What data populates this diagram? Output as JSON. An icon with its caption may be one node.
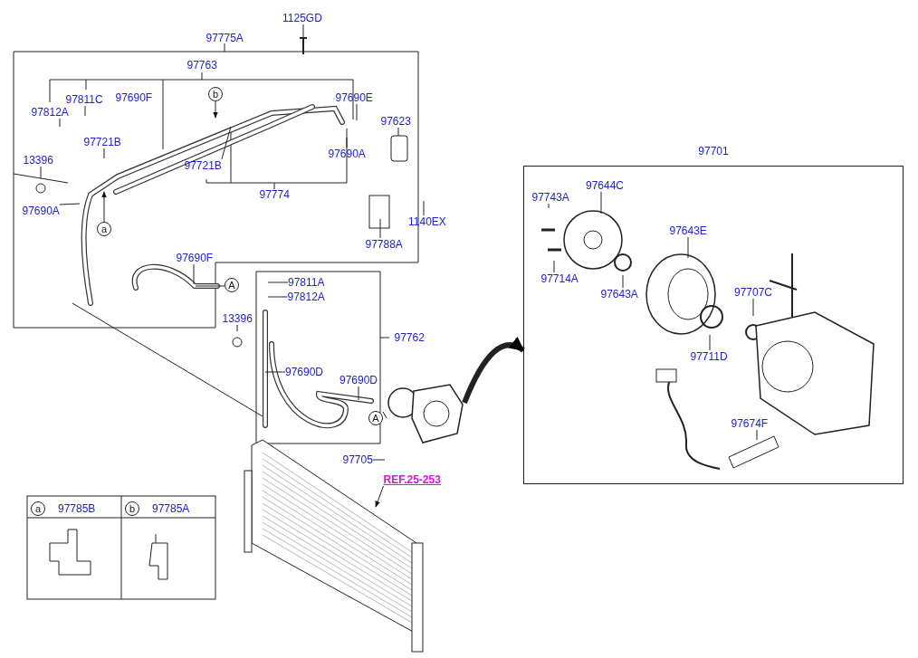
{
  "diagram": {
    "nodes": [
      {
        "text": [
          "1125GD"
        ]
      },
      {
        "text": [
          "13396"
        ]
      },
      {
        "text": [
          "97690A"
        ]
      },
      {
        "text": [
          "97812A"
        ]
      },
      {
        "text": [
          "97811C"
        ]
      },
      {
        "text": [
          "97721B"
        ]
      },
      {
        "text": [
          "97690E"
        ]
      },
      {
        "text": [
          "97623"
        ]
      },
      {
        "text": [
          "97690A"
        ]
      },
      {
        "text": [
          "97721B"
        ]
      },
      {
        "text": [
          "1140EX"
        ]
      },
      {
        "text": [
          "97788A"
        ]
      },
      {
        "text": [
          "97690F"
        ]
      },
      {
        "text": [
          "97811A"
        ]
      },
      {
        "text": [
          "97812A"
        ]
      },
      {
        "text": [
          "13396"
        ]
      },
      {
        "text": [
          "97690D"
        ]
      },
      {
        "text": [
          "97690D"
        ]
      },
      {
        "text": [
          "97705"
        ]
      },
      {
        "text": [
          "REF.25-253"
        ]
      },
      {
        "text": [
          "a"
        ]
      },
      {
        "text": [
          "b"
        ]
      },
      {
        "text": [
          "A"
        ]
      },
      {
        "text": [
          "A"
        ]
      },
      {
        "text": [],
        "shape": "picture"
      },
      {
        "text": [
          "97701"
        ]
      },
      {
        "text": [
          "97743A"
        ],
        "in": 25
      },
      {
        "text": [
          "97644C"
        ],
        "in": 25
      },
      {
        "text": [
          "97714A"
        ],
        "in": 25
      },
      {
        "text": [
          "97643A"
        ],
        "in": 25
      },
      {
        "text": [
          "97643E"
        ],
        "in": 25
      },
      {
        "text": [
          "97707C"
        ],
        "in": 25
      },
      {
        "text": [
          "97711D"
        ],
        "in": 25
      },
      {
        "text": [
          "97674F"
        ],
        "in": 25
      },
      {
        "text": [
          "a"
        ],
        "beside": [
          "97785B"
        ]
      },
      {
        "text": [
          "b"
        ],
        "beside": [
          "97785A"
        ]
      }
    ],
    "edges": [
      {
        "from": 0,
        "to": null,
        "arrow": "none"
      },
      {
        "from": 1,
        "to": null,
        "arrow": "none"
      },
      {
        "from": 2,
        "to": null,
        "arrow": "none"
      },
      {
        "from": 3,
        "to": null,
        "arrow": "none"
      },
      {
        "from": 4,
        "to": null,
        "arrow": "none"
      },
      {
        "from": 5,
        "to": null,
        "arrow": "none"
      },
      {
        "from": 6,
        "to": null,
        "arrow": "none"
      },
      {
        "from": 7,
        "to": null,
        "arrow": "none"
      },
      {
        "from": 8,
        "to": null,
        "arrow": "none"
      },
      {
        "from": 9,
        "to": null,
        "arrow": "none"
      },
      {
        "from": 10,
        "to": null,
        "arrow": "none"
      },
      {
        "from": 11,
        "to": null,
        "arrow": "none"
      },
      {
        "from": 12,
        "to": null,
        "arrow": "none"
      },
      {
        "from": 13,
        "to": null,
        "arrow": "none"
      },
      {
        "from": 14,
        "to": null,
        "arrow": "none"
      },
      {
        "from": 15,
        "to": null,
        "arrow": "none"
      },
      {
        "from": 16,
        "to": null,
        "arrow": "none"
      },
      {
        "from": 17,
        "to": null,
        "arrow": "none"
      },
      {
        "from": 18,
        "to": null,
        "arrow": "none"
      },
      {
        "from": 19,
        "to": null,
        "arrow": "to"
      },
      {
        "from": 20,
        "to": null,
        "arrow": "to"
      },
      {
        "from": 21,
        "to": null,
        "arrow": "to"
      },
      {
        "from": 22,
        "to": null,
        "arrow": "none"
      },
      {
        "from": 23,
        "to": 24,
        "arrow": "none"
      },
      {
        "from": 24,
        "to": 25,
        "arrow": "to",
        "style": "thick"
      },
      {
        "from": 26,
        "to": null,
        "arrow": "none"
      },
      {
        "from": 27,
        "to": null,
        "arrow": "none"
      },
      {
        "from": 28,
        "to": null,
        "arrow": "none"
      },
      {
        "from": 29,
        "to": null,
        "arrow": "none"
      },
      {
        "from": 30,
        "to": null,
        "arrow": "none"
      },
      {
        "from": 31,
        "to": null,
        "arrow": "none"
      },
      {
        "from": 32,
        "to": null,
        "arrow": "none"
      },
      {
        "from": 33,
        "to": null,
        "arrow": "none"
      }
    ],
    "labels": [
      "97775A",
      "97763",
      "97690F",
      "97774",
      "97762"
    ]
  }
}
